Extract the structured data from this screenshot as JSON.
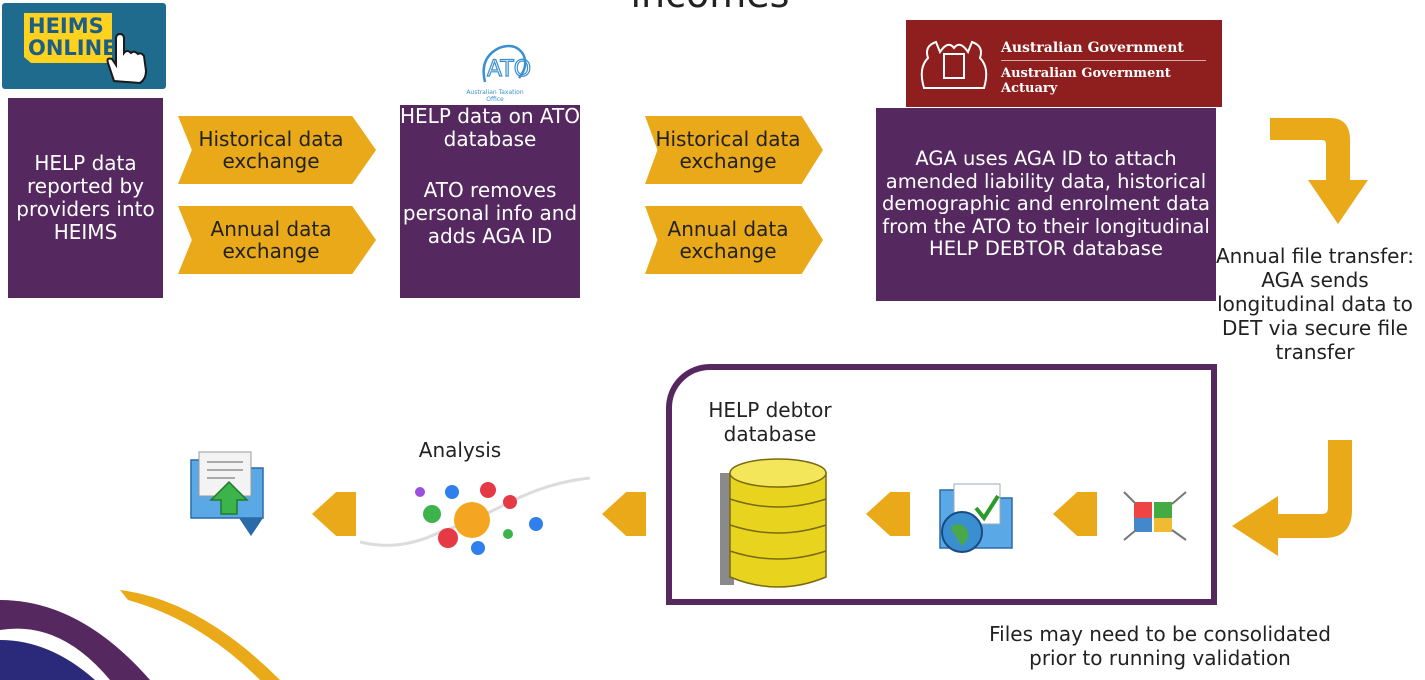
{
  "title": "incomes",
  "logos": {
    "heims": "HEIMS ONLINE",
    "ato": "Australian Taxation Office",
    "gov_line1": "Australian Government",
    "gov_line2": "Australian Government Actuary"
  },
  "boxes": {
    "heims": "HELP data reported by providers into HEIMS",
    "ato_top": "HELP data on ATO database",
    "ato_bottom": "ATO removes personal info and adds AGA ID",
    "aga": "AGA uses AGA ID to attach amended liability data, historical demographic and enrolment data from the ATO to their longitudinal HELP DEBTOR database"
  },
  "exchanges": {
    "hist1": "Historical data exchange",
    "annual1": "Annual data exchange",
    "hist2": "Historical data exchange",
    "annual2": "Annual data exchange"
  },
  "labels": {
    "transfer": "Annual file transfer: AGA sends longitudinal data to DET via secure file transfer",
    "db": "HELP debtor database",
    "analysis": "Analysis",
    "consolidate": "Files may need to be consolidated prior to running validation"
  },
  "colors": {
    "purple": "#55285f",
    "gold": "#e9a918",
    "gov_red": "#8f1e1e",
    "heims_blue": "#1f6b8e"
  }
}
